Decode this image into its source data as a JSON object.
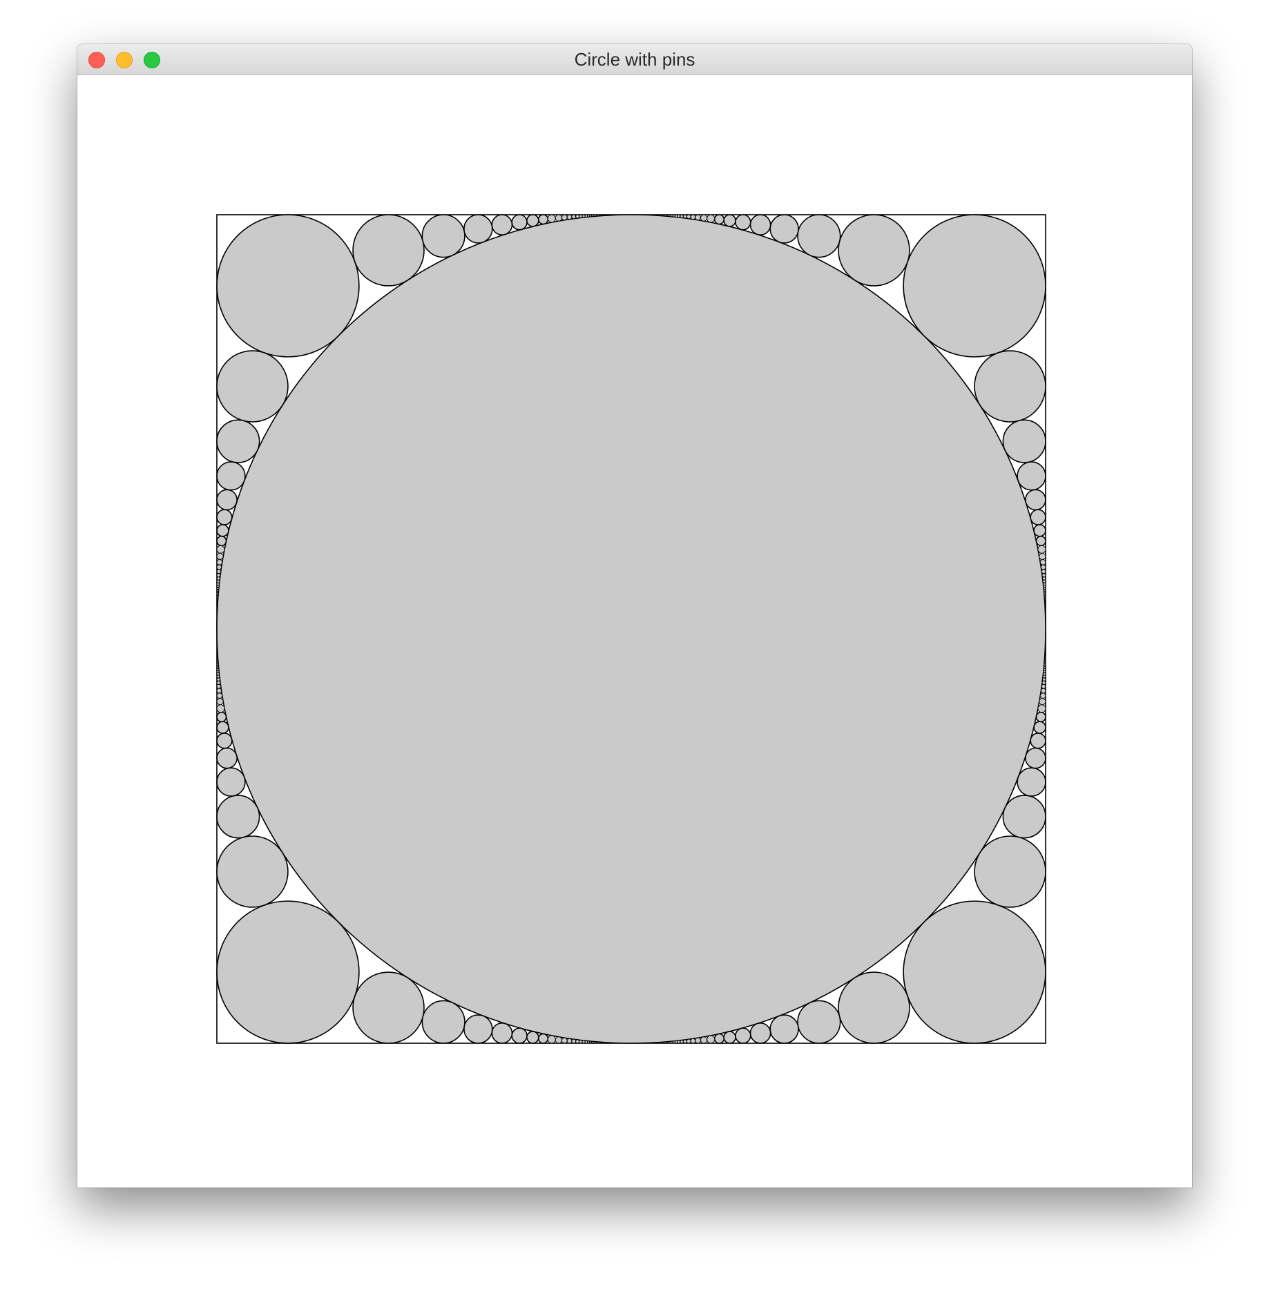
{
  "window": {
    "title": "Circle with pins"
  },
  "controls": {
    "close": "close-button",
    "minimize": "minimize-button",
    "zoom": "zoom-button"
  },
  "colors": {
    "circle_fill": "#cacaca",
    "stroke": "#000000",
    "background": "#ffffff"
  }
}
